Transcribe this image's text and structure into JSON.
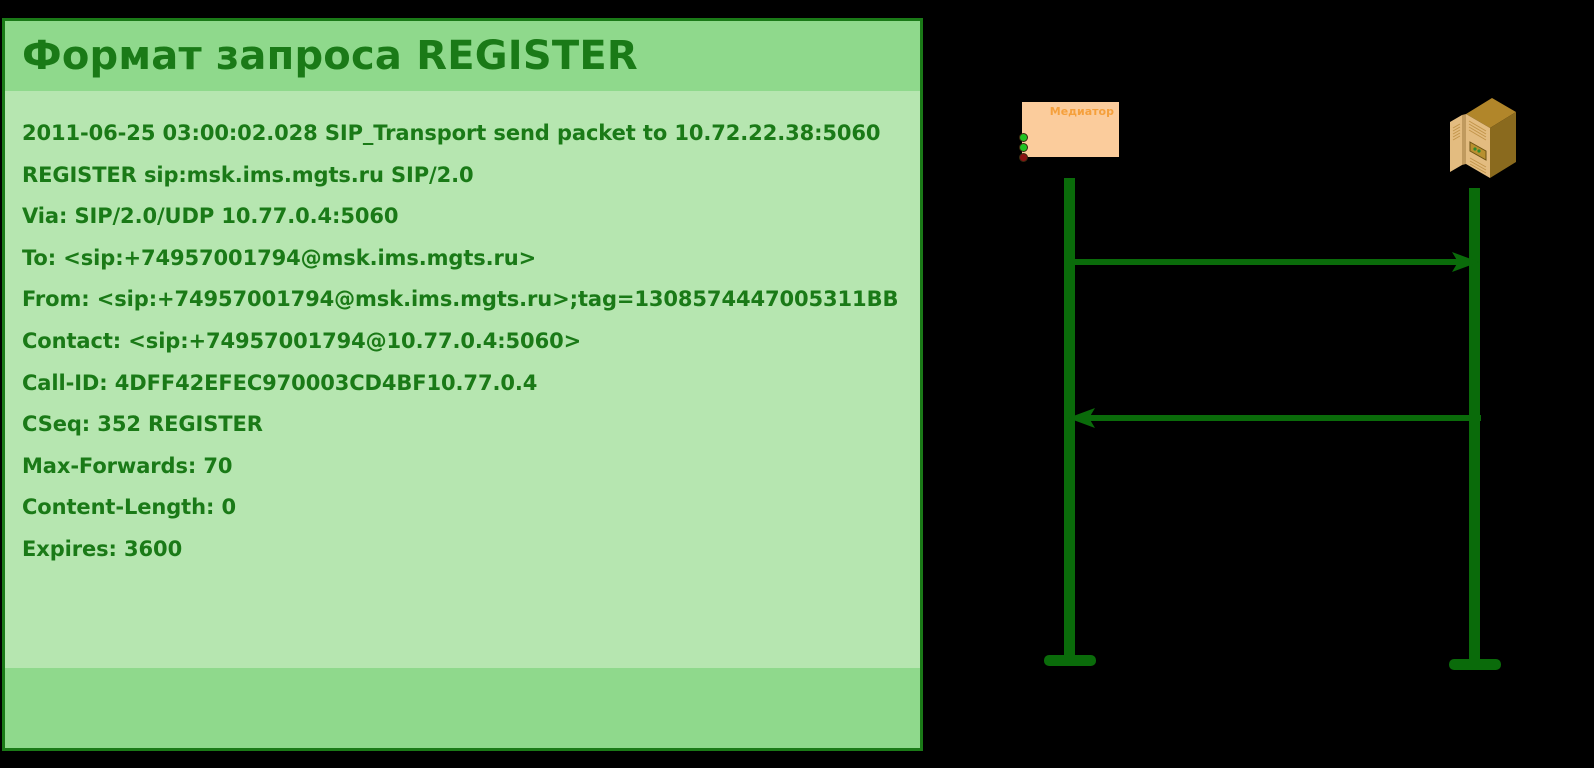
{
  "slide": {
    "title": "Формат запроса REGISTER",
    "log_lines": [
      "2011-06-25 03:00:02.028 SIP_Transport send packet to 10.72.22.38:5060",
      "REGISTER sip:msk.ims.mgts.ru SIP/2.0",
      "Via: SIP/2.0/UDP 10.77.0.4:5060",
      "To: <sip:+74957001794@msk.ims.mgts.ru>",
      "From: <sip:+74957001794@msk.ims.mgts.ru>;tag=1308574447005311BB",
      "Contact: <sip:+74957001794@10.77.0.4:5060>",
      "Call-ID: 4DFF42EFEC970003CD4BF10.77.0.4",
      "CSeq: 352 REGISTER",
      "Max-Forwards: 70",
      "Content-Length: 0",
      "Expires: 3600"
    ],
    "colors": {
      "header_band": "#8fd98c",
      "body_band": "#b6e6b0",
      "footer_band": "#8fd98c",
      "border": "#1a7a17",
      "text": "#1a7a17"
    }
  },
  "diagram": {
    "background": "#000000",
    "line_color": "#0a6b0a",
    "nodes": [
      {
        "id": "mediator",
        "label": "Медиатор",
        "kind": "box",
        "fill": "#fbcc9c",
        "label_color": "#f5a03c",
        "indicators": [
          {
            "name": "led-green-1",
            "color": "#22c322"
          },
          {
            "name": "led-green-2",
            "color": "#22c322"
          },
          {
            "name": "led-red-1",
            "color": "#8b1212"
          }
        ]
      },
      {
        "id": "server",
        "label": "",
        "kind": "server-rack-icon",
        "fill": "#8a6a1e"
      }
    ],
    "messages": [
      {
        "id": "msg-1",
        "direction": "right",
        "label": "",
        "from": "mediator",
        "to": "server"
      },
      {
        "id": "msg-2",
        "direction": "left",
        "label": "",
        "from": "server",
        "to": "mediator"
      }
    ]
  }
}
